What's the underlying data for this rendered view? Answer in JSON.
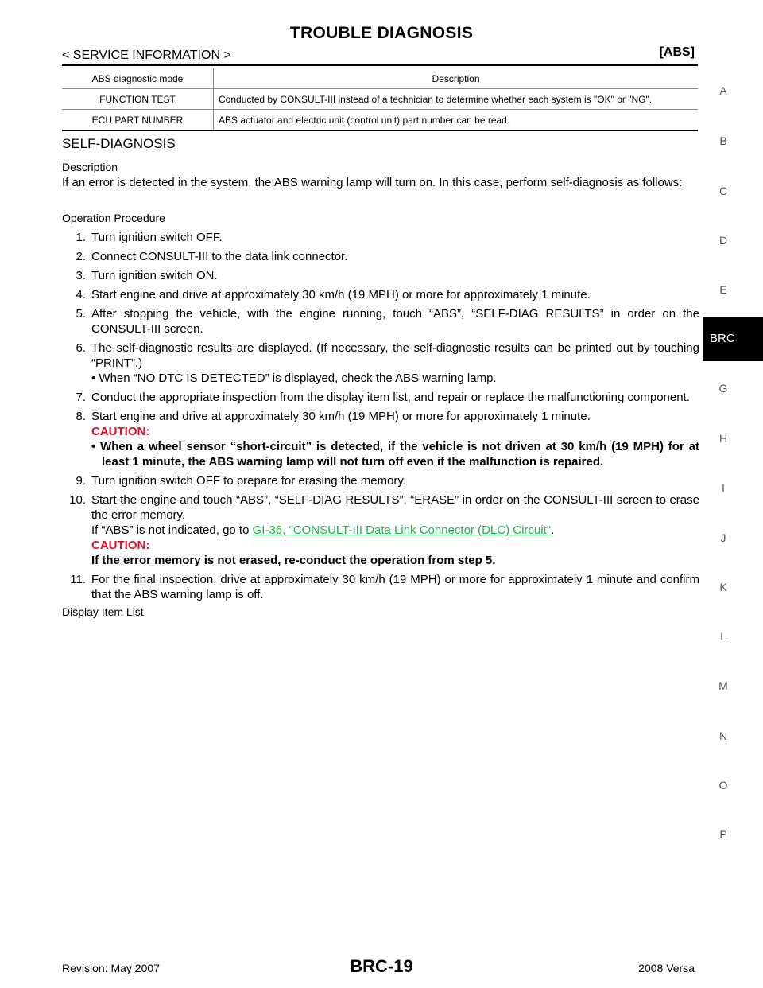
{
  "header": {
    "title": "TROUBLE DIAGNOSIS",
    "left": "< SERVICE INFORMATION >",
    "right": "[ABS]"
  },
  "table": {
    "headers": [
      "ABS diagnostic mode",
      "Description"
    ],
    "rows": [
      [
        "FUNCTION TEST",
        "Conducted by CONSULT-III instead of a technician to determine whether each system is \"OK\" or \"NG\"."
      ],
      [
        "ECU PART NUMBER",
        "ABS actuator and electric unit (control unit) part number can be read."
      ]
    ]
  },
  "section": {
    "title": "SELF-DIAGNOSIS",
    "description_heading": "Description",
    "description": "If an error is detected in the system, the ABS warning lamp will turn on. In this case, perform self-diagnosis as follows:",
    "procedure_heading": "Operation Procedure",
    "steps": {
      "s1": "Turn ignition switch OFF.",
      "s2": "Connect CONSULT-III to the data link connector.",
      "s3": "Turn ignition switch ON.",
      "s4": "Start engine and drive at approximately 30 km/h (19 MPH) or more for approximately 1 minute.",
      "s5": "After stopping the vehicle, with the engine running, touch “ABS”, “SELF-DIAG RESULTS” in order on the CONSULT-III screen.",
      "s6": "The self-diagnostic results are displayed. (If necessary, the self-diagnostic results can be printed out by touching “PRINT”.)",
      "s6_bullet": "When “NO DTC IS DETECTED” is displayed, check the ABS warning lamp.",
      "s7": "Conduct the appropriate inspection from the display item list, and repair or replace the malfunctioning component.",
      "s8": "Start engine and drive at approximately 30 km/h (19 MPH) or more for approximately 1 minute.",
      "s8_caution_label": "CAUTION:",
      "s8_caution_text": "When a wheel sensor “short-circuit” is detected, if the vehicle is not driven at 30 km/h (19 MPH) for at least 1 minute, the ABS warning lamp will not turn off even if the malfunction is repaired.",
      "s9": "Turn ignition switch OFF to prepare for erasing the memory.",
      "s10": "Start the engine and touch “ABS”, “SELF-DIAG RESULTS”, “ERASE” in order on the CONSULT-III screen to erase the error memory.",
      "s10_ref_prefix": "If “ABS” is not indicated, go to ",
      "s10_ref_link": "GI-36, \"CONSULT-III Data Link Connector (DLC) Circuit\"",
      "s10_ref_suffix": ".",
      "s10_caution_label": "CAUTION:",
      "s10_caution_text": "If the error memory is not erased, re-conduct the operation from step 5.",
      "s11": "For the final inspection, drive at approximately 30 km/h (19 MPH) or more for approximately 1 minute and confirm that the ABS warning lamp is off."
    },
    "display_heading": "Display Item List"
  },
  "index": {
    "letters": [
      "A",
      "B",
      "C",
      "D",
      "E",
      "G",
      "H",
      "I",
      "J",
      "K",
      "L",
      "M",
      "N",
      "O",
      "P"
    ],
    "active": "BRC"
  },
  "footer": {
    "revision": "Revision: May 2007",
    "page": "BRC-19",
    "model": "2008 Versa"
  }
}
